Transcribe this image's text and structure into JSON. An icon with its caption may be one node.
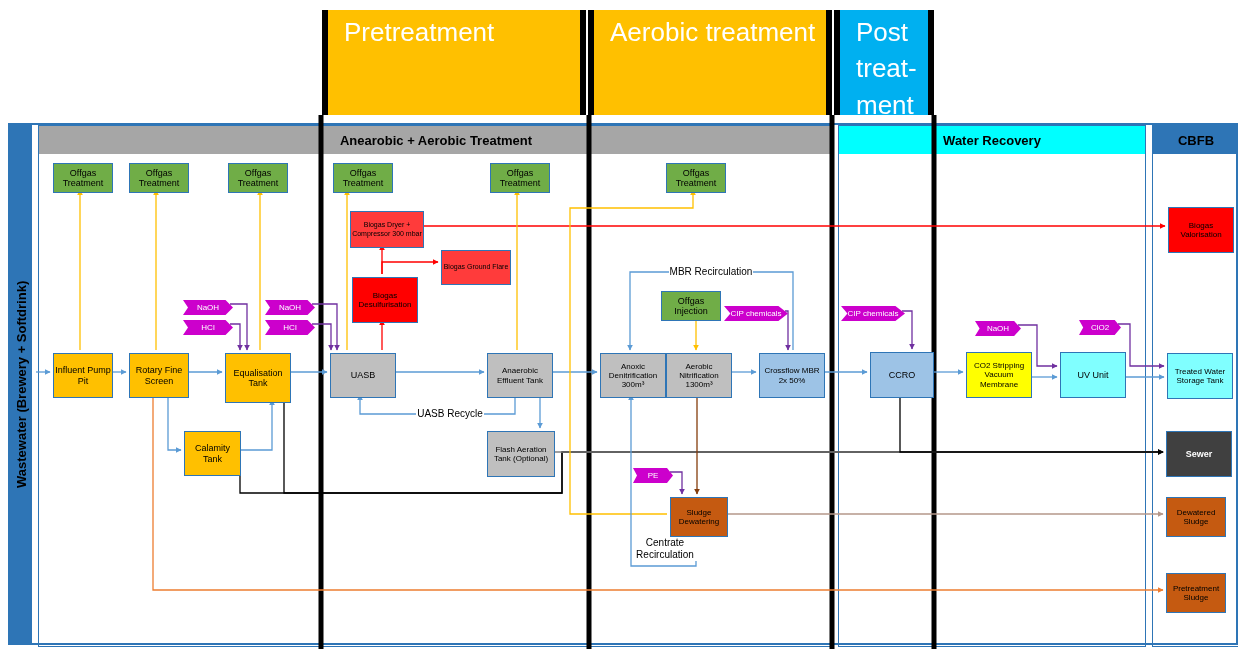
{
  "diagram": {
    "nodes": [
      {
        "text": [
          "Pretreatment"
        ]
      },
      {
        "text": [
          "Aerobic treatment"
        ]
      },
      {
        "text": [
          "Post treat- ment"
        ]
      },
      {
        "text": [
          "Wastewater (Brewery + Softdrink)"
        ]
      },
      {
        "text": [
          "Anearobic + Aerobic Treatment"
        ],
        "in": 3
      },
      {
        "text": [
          "Water Recovery"
        ],
        "in": 3
      },
      {
        "text": [
          "CBFB"
        ],
        "in": 3
      },
      {
        "text": [
          "Offgas Treatment"
        ],
        "in": 4
      },
      {
        "text": [
          "Offgas Treatment"
        ],
        "in": 4
      },
      {
        "text": [
          "Offgas Treatment"
        ],
        "in": 4
      },
      {
        "text": [
          "Offgas Treatment"
        ],
        "in": 4
      },
      {
        "text": [
          "Offgas Treatment"
        ],
        "in": 4
      },
      {
        "text": [
          "Offgas Treatment"
        ],
        "in": 4
      },
      {
        "text": [
          "Biogas Dryer + Compressor 300 mbar"
        ],
        "in": 4
      },
      {
        "text": [
          "Biogas Ground Flare"
        ],
        "in": 4
      },
      {
        "text": [
          "Biogas Desulfurisation"
        ],
        "in": 4
      },
      {
        "text": [
          "NaOH"
        ],
        "in": 4
      },
      {
        "text": [
          "HCl"
        ],
        "in": 4
      },
      {
        "text": [
          "NaOH"
        ],
        "in": 4
      },
      {
        "text": [
          "HCl"
        ],
        "in": 4
      },
      {
        "text": [
          "Offgas Injection"
        ],
        "in": 4
      },
      {
        "text": [
          "CIP chemicals"
        ],
        "in": 4
      },
      {
        "text": [
          "Influent Pump Pit"
        ],
        "in": 4
      },
      {
        "text": [
          "Rotary Fine Screen"
        ],
        "in": 4
      },
      {
        "text": [
          "Equalisation Tank"
        ],
        "in": 4
      },
      {
        "text": [
          "UASB"
        ],
        "in": 4
      },
      {
        "text": [
          "Anaerobic Effluent Tank"
        ],
        "in": 4
      },
      {
        "text": [
          "Anoxic Denitrification 300m³"
        ],
        "in": 4
      },
      {
        "text": [
          "Aerobic Nitrification 1300m³"
        ],
        "in": 4
      },
      {
        "text": [
          "Crossflow MBR 2x 50%"
        ],
        "in": 4
      },
      {
        "text": [
          "Calamity Tank"
        ],
        "in": 4
      },
      {
        "text": [
          "Flash Aeration Tank (Optional)"
        ],
        "in": 4
      },
      {
        "text": [
          "PE"
        ],
        "in": 4
      },
      {
        "text": [
          "Sludge Dewatering"
        ],
        "in": 4
      },
      {
        "text": [
          "CIP chemicals"
        ],
        "in": 5
      },
      {
        "text": [
          "CCRO"
        ],
        "in": 5
      },
      {
        "text": [
          "NaOH"
        ],
        "in": 5
      },
      {
        "text": [
          "CO2 Stripping Vacuum Membrane"
        ],
        "in": 5
      },
      {
        "text": [
          "ClO2"
        ],
        "in": 5
      },
      {
        "text": [
          "UV Unit"
        ],
        "in": 5
      },
      {
        "text": [
          "Biogas Valorisation"
        ],
        "in": 6
      },
      {
        "text": [
          "Treated Water Storage Tank"
        ],
        "in": 6
      },
      {
        "text": [
          "Sewer"
        ],
        "in": 6
      },
      {
        "text": [
          "Dewatered Sludge"
        ],
        "in": 6
      },
      {
        "text": [
          "Pretreatment Sludge"
        ],
        "in": 6
      }
    ],
    "edges": [
      {
        "from": null,
        "to": 22,
        "arrow": "to"
      },
      {
        "from": 22,
        "to": 7,
        "arrow": "to",
        "color": "#ffc000"
      },
      {
        "from": 22,
        "to": 23,
        "arrow": "to"
      },
      {
        "from": 23,
        "to": 8,
        "arrow": "to",
        "color": "#ffc000"
      },
      {
        "from": 23,
        "to": 24,
        "arrow": "to"
      },
      {
        "from": 23,
        "to": 30,
        "arrow": "to"
      },
      {
        "from": 30,
        "to": 24,
        "arrow": "to"
      },
      {
        "from": 24,
        "to": 9,
        "arrow": "to",
        "color": "#ffc000"
      },
      {
        "from": 16,
        "to": 24,
        "arrow": "to",
        "color": "#7030a0"
      },
      {
        "from": 17,
        "to": 24,
        "arrow": "to",
        "color": "#7030a0"
      },
      {
        "from": 24,
        "to": 25,
        "arrow": "to"
      },
      {
        "from": 18,
        "to": 25,
        "arrow": "to",
        "color": "#7030a0"
      },
      {
        "from": 19,
        "to": 25,
        "arrow": "to",
        "color": "#7030a0"
      },
      {
        "from": 25,
        "to": 10,
        "arrow": "to",
        "color": "#ffc000"
      },
      {
        "from": 25,
        "to": 15,
        "arrow": "to",
        "color": "#ff0000"
      },
      {
        "from": 15,
        "to": 13,
        "arrow": "to",
        "color": "#ff0000"
      },
      {
        "from": 15,
        "to": 14,
        "arrow": "to",
        "color": "#ff0000"
      },
      {
        "from": 13,
        "to": 40,
        "arrow": "to",
        "color": "#ff0000"
      },
      {
        "from": 25,
        "to": 26,
        "arrow": "to"
      },
      {
        "from": 26,
        "to": 11,
        "arrow": "to",
        "color": "#ffc000"
      },
      {
        "from": 26,
        "to": 25,
        "arrow": "to",
        "label": "UASB Recycle"
      },
      {
        "from": 26,
        "to": 31,
        "arrow": "to"
      },
      {
        "from": 30,
        "to": 42,
        "arrow": "to",
        "color": "#000000"
      },
      {
        "from": 24,
        "to": 42,
        "arrow": "to",
        "color": "#000000"
      },
      {
        "from": 31,
        "to": 42,
        "arrow": "to",
        "color": "#7f7f7f"
      },
      {
        "from": 26,
        "to": 27,
        "arrow": "to"
      },
      {
        "from": 33,
        "to": 12,
        "arrow": "to",
        "color": "#ffc000"
      },
      {
        "from": 20,
        "to": 28,
        "arrow": "to",
        "color": "#ffc000"
      },
      {
        "from": 28,
        "to": 29,
        "arrow": "to"
      },
      {
        "from": 29,
        "to": 27,
        "arrow": "to",
        "label": "MBR Recirculation"
      },
      {
        "from": 21,
        "to": 29,
        "arrow": "to",
        "color": "#7030a0"
      },
      {
        "from": 28,
        "to": 33,
        "arrow": "to",
        "color": "#843c0c"
      },
      {
        "from": 32,
        "to": 33,
        "arrow": "to",
        "color": "#7030a0"
      },
      {
        "from": 33,
        "to": 27,
        "arrow": "to",
        "label": "Centrate Recirculation"
      },
      {
        "from": 33,
        "to": 43,
        "arrow": "to",
        "color": "#b4978a"
      },
      {
        "from": 23,
        "to": 44,
        "arrow": "to",
        "color": "#ed7d31"
      },
      {
        "from": 29,
        "to": 35,
        "arrow": "to"
      },
      {
        "from": 34,
        "to": 35,
        "arrow": "to",
        "color": "#7030a0"
      },
      {
        "from": 35,
        "to": 42,
        "arrow": "to",
        "color": "#000000"
      },
      {
        "from": 35,
        "to": 37,
        "arrow": "to"
      },
      {
        "from": 36,
        "to": 39,
        "arrow": "to",
        "color": "#7030a0"
      },
      {
        "from": 37,
        "to": 39,
        "arrow": "to"
      },
      {
        "from": 38,
        "to": 41,
        "arrow": "to",
        "color": "#7030a0"
      },
      {
        "from": 39,
        "to": 41,
        "arrow": "to"
      }
    ]
  }
}
